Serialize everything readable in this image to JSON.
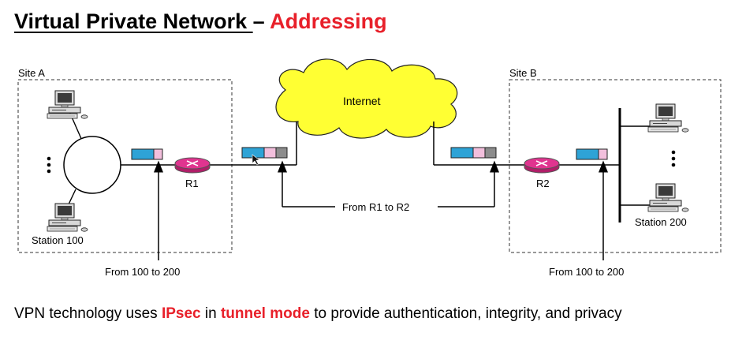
{
  "title": {
    "main": "Virtual Private Network ",
    "separator": " – ",
    "accent": "Addressing"
  },
  "diagram": {
    "site_a_label": "Site A",
    "site_b_label": "Site B",
    "internet_label": "Internet",
    "router_left_label": "R1",
    "router_right_label": "R2",
    "station_left_label": "Station 100",
    "station_right_label": "Station 200",
    "from_left_label": "From 100 to 200",
    "from_middle_label": "From R1 to R2",
    "from_right_label": "From 100 to 200",
    "colors": {
      "cloud": "#ffff33",
      "router": "#e0348f",
      "header_blue": "#2ea3d6",
      "header_pink": "#f2bfdc",
      "header_gray": "#8c8c8c"
    }
  },
  "caption": {
    "part1": "VPN technology uses ",
    "ipsec": "IPsec",
    "part2": " in ",
    "tunnel_mode": "tunnel mode",
    "part3": " to provide authentication, integrity, and privacy"
  }
}
